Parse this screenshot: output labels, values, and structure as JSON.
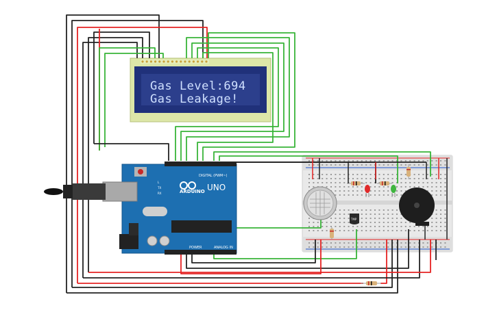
{
  "lcd": {
    "line1": "Gas Level:694",
    "line2": "Gas Leakage!"
  },
  "arduino": {
    "logo": "ARDUINO",
    "model": "UNO",
    "digital_label": "DIGITAL (PWM~)",
    "power_label": "POWER",
    "analog_label": "ANALOG IN",
    "tx_label": "TX",
    "rx_label": "RX",
    "l_label": "L"
  },
  "components": {
    "sensor_chip_label": "TMP"
  },
  "colors": {
    "wire_red": "#e52222",
    "wire_black": "#222222",
    "wire_green": "#38b438",
    "board_blue": "#1d6fb1",
    "lcd_green": "#dde7a8",
    "lcd_screen": "#2c3f8c",
    "breadboard": "#e9e9e9"
  }
}
